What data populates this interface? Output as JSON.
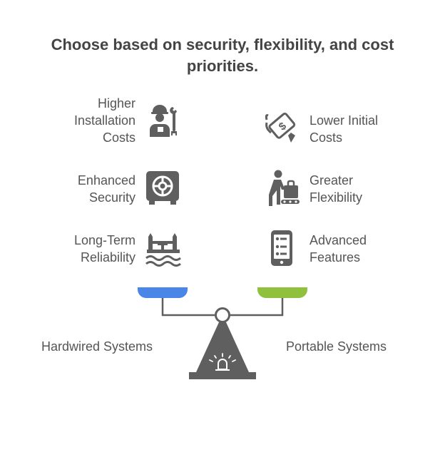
{
  "title": "Choose based on security, flexibility, and cost priorities.",
  "left": {
    "name": "Hardwired Systems",
    "color": "#4a86e8",
    "items": [
      {
        "label_lines": [
          "Higher",
          "Installation",
          "Costs"
        ],
        "icon": "technician-icon"
      },
      {
        "label_lines": [
          "Enhanced",
          "Security"
        ],
        "icon": "safe-icon"
      },
      {
        "label_lines": [
          "Long-Term",
          "Reliability"
        ],
        "icon": "bridge-icon"
      }
    ]
  },
  "right": {
    "name": "Portable Systems",
    "color": "#8fc13e",
    "items": [
      {
        "label_lines": [
          "Lower Initial",
          "Costs"
        ],
        "icon": "money-hand-icon"
      },
      {
        "label_lines": [
          "Greater",
          "Flexibility"
        ],
        "icon": "luggage-cart-icon"
      },
      {
        "label_lines": [
          "Advanced",
          "Features"
        ],
        "icon": "smartphone-icon"
      }
    ]
  },
  "colors": {
    "base": "#5f5f5f",
    "text": "#555555"
  }
}
